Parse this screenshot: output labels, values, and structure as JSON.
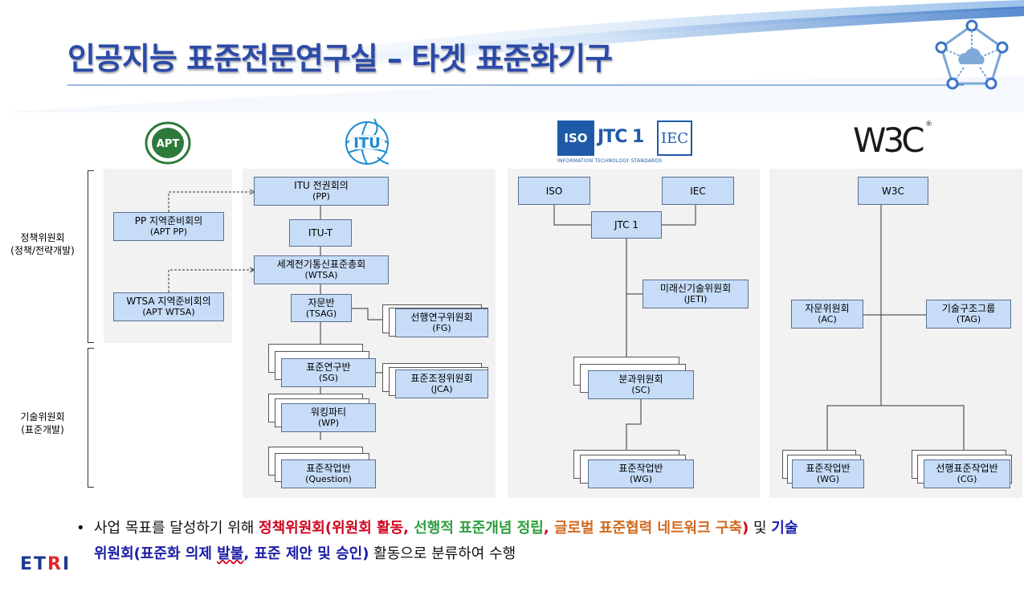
{
  "title": "인공지능 표준전문연구실 – 타겟 표준화기구",
  "side_labels": {
    "policy": [
      "정책위원회",
      "(정책/전략개발)"
    ],
    "technical": [
      "기술위원회",
      "(표준개발)"
    ]
  },
  "logos": {
    "apt": "APT",
    "itu": "ITU",
    "iso": "ISO",
    "jtc1": "JTC 1",
    "iec": "IEC",
    "jtc1_sub": "INFORMATION TECHNOLOGY STANDARDS",
    "w3c": "W3C",
    "w3c_reg": "®"
  },
  "apt": {
    "pp": [
      "PP 지역준비회의",
      "(APT PP)"
    ],
    "wtsa": [
      "WTSA 지역준비회의",
      "(APT WTSA)"
    ]
  },
  "itu": {
    "pp": [
      "ITU 전권회의",
      "(PP)"
    ],
    "itut": [
      "ITU-T"
    ],
    "wtsa": [
      "세계전기통신표준총회",
      "(WTSA)"
    ],
    "tsag": [
      "자문반",
      "(TSAG)"
    ],
    "fg": [
      "선행연구위원회",
      "(FG)"
    ],
    "sg": [
      "표준연구반",
      "(SG)"
    ],
    "jca": [
      "표준조정위원회",
      "(JCA)"
    ],
    "wp": [
      "워킹파티",
      "(WP)"
    ],
    "question": [
      "표준작업반",
      "(Question)"
    ]
  },
  "jtc1": {
    "iso": [
      "ISO"
    ],
    "iec": [
      "IEC"
    ],
    "jtc1": [
      "JTC 1"
    ],
    "jeti": [
      "미래신기술위원회",
      "(JETI)"
    ],
    "sc": [
      "분과위원회",
      "(SC)"
    ],
    "wg": [
      "표준작업반",
      "(WG)"
    ]
  },
  "w3c": {
    "w3c": [
      "W3C"
    ],
    "ac": [
      "자문위원회",
      "(AC)"
    ],
    "tag": [
      "기술구조그룹",
      "(TAG)"
    ],
    "wg": [
      "표준작업반",
      "(WG)"
    ],
    "cg": [
      "선행표준작업반",
      "(CG)"
    ]
  },
  "bullet": {
    "p1": "사업 목표를 달성하기 위해 ",
    "p2": "정책위원회(위원회 활동",
    "p3": ", ",
    "p4": "선행적 표준개념 정립",
    "p5": ", ",
    "p6": "글로벌 표준협력 네트워크 구축",
    "p7": ")",
    "p8": " 및 ",
    "p9": "기술",
    "p10": "위원회(표준화 의제 ",
    "p11": "발불",
    "p12": ", 표준 제안 및 승인)",
    "p13": " 활동으로 분류하여 수행"
  },
  "brand": {
    "e": "ET",
    "r": "R",
    "i": "I"
  },
  "colors": {
    "title": "#2b4aa8",
    "box_fill": "#c6dcf7",
    "panel": "#f2f2f2",
    "red": "#d0021b",
    "green": "#2e9e3e",
    "orange": "#d2691e",
    "blue": "#1a1aa8"
  }
}
